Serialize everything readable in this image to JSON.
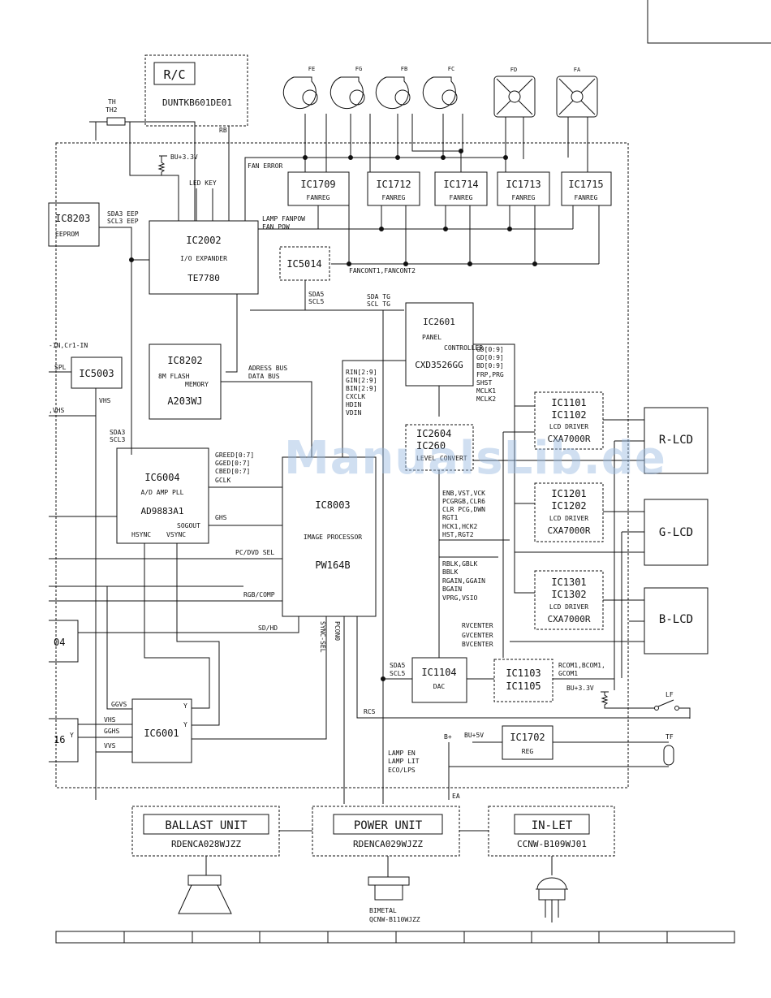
{
  "remote": {
    "label": "R/C",
    "part": "DUNTKB601DE01"
  },
  "fans": {
    "fe": "FE",
    "fg": "FG",
    "fb": "FB",
    "fc": "FC",
    "fd": "FD",
    "fa": "FA"
  },
  "ics": {
    "ic1709": "IC1709",
    "ic1712": "IC1712",
    "ic1714": "IC1714",
    "ic1713": "IC1713",
    "ic1715": "IC1715",
    "fanreg": "FANREG",
    "ic8203": "IC8203",
    "eeprom": "EEPROM",
    "ic2002": "IC2002",
    "io_expander": "I/O EXPANDER",
    "te7780": "TE7780",
    "ic5014": "IC5014",
    "ic2601": "IC2601",
    "panel": "PANEL",
    "controller": "CONTROLLER",
    "cxd3526gg": "CXD3526GG",
    "ic8202": "IC8202",
    "flash": "8M FLASH",
    "memory": "MEMORY",
    "a203wj": "A203WJ",
    "ic5003": "IC5003",
    "ic2604": "IC2604",
    "ic260": "IC260",
    "level_convert": "LEVEL CONVERT",
    "ic6004": "IC6004",
    "ad_amp_pll": "A/D AMP PLL",
    "ad9883a1": "AD9883A1",
    "sogout": "SOGOUT",
    "hsync": "HSYNC",
    "vsync": "VSYNC",
    "ic8003": "IC8003",
    "image_processor": "IMAGE PROCESSOR",
    "pw164b": "PW164B",
    "ic1101": "IC1101",
    "ic1102": "IC1102",
    "ic1201": "IC1201",
    "ic1202": "IC1202",
    "ic1301": "IC1301",
    "ic1302": "IC1302",
    "lcd_driver": "LCD DRIVER",
    "cxa7000r": "CXA7000R",
    "ic1104": "IC1104",
    "dac": "DAC",
    "ic1103": "IC1103",
    "ic1105": "IC1105",
    "ic1702": "IC1702",
    "reg": "REG",
    "ic6001": "IC6001",
    "left04": "04",
    "left16": "16"
  },
  "lcds": {
    "r": "R-LCD",
    "g": "G-LCD",
    "b": "B-LCD"
  },
  "units": {
    "ballast": "BALLAST UNIT",
    "ballast_part": "RDENCA028WJZZ",
    "power": "POWER UNIT",
    "power_part": "RDENCA029WJZZ",
    "inlet": "IN-LET",
    "inlet_part": "CCNW-B109WJ01",
    "bimetal": "BIMETAL",
    "bimetal_part": "QCNW-B110WJZZ"
  },
  "signals": {
    "th": "TH",
    "th2": "TH2",
    "bu33": "BU+3.3V",
    "rb": "RB",
    "fan_error": "FAN ERROR",
    "led_key": "LED KEY",
    "sda3_eep": "SDA3 EEP",
    "scl3_eep": "SCL3 EEP",
    "lamp_fanpow": "LAMP FANPOW",
    "fan_pow": "FAN POW",
    "fancont": "FANCONT1,FANCONT2",
    "sda5": "SDA5",
    "scl5": "SCL5",
    "sda_tg": "SDA TG",
    "scl_tg": "SCL TG",
    "in_cr1": "-IN,Cr1-IN",
    "spl": "SPL",
    "vhs_left": ",VHS",
    "vhs": "VHS",
    "adress_bus": "ADRESS BUS",
    "data_bus": "DATA BUS",
    "rin": "RIN[2:9]",
    "gin": "GIN[2:9]",
    "bin": "BIN[2:9]",
    "cxclk": "CXCLK",
    "hdin": "HDIN",
    "vdin": "VDIN",
    "gd0": "GD[0:9]",
    "gd0b": "GD[0:9]",
    "bd0": "BD[0:9]",
    "frp_prg": "FRP,PRG",
    "shst": "SHST",
    "mclk1": "MCLK1",
    "mclk2": "MCLK2",
    "sda3": "SDA3",
    "scl3": "SCL3",
    "gred": "GREED[0:7]",
    "gged": "GGED[0:7]",
    "cbed": "CBED[0:7]",
    "gclk": "GCLK",
    "ghs": "GHS",
    "pc_dvd_sel": "PC/DVD SEL",
    "rgb_comp": "RGB/COMP",
    "sd_hd": "SD/HD",
    "sync_sel": "SYNC-SEL",
    "pcon0": "PCON0",
    "enb_vst": "ENB,VST,VCK",
    "pcgrgb": "PCGRGB,CLR6",
    "clr_pcg": "CLR PCG,DWN",
    "rgt1": "RGT1",
    "hck1": "HCK1,HCK2",
    "hst_rgt2": "HST,RGT2",
    "rblk": "RBLK,GBLK",
    "bblk": "BBLK",
    "rgain": "RGAIN,GGAIN",
    "bgain": "BGAIN",
    "vprg": "VPRG,VSIO",
    "rvcenter": "RVCENTER",
    "gvcenter": "GVCENTER",
    "bvcenter": "BVCENTER",
    "rcom": "RCOM1,BCOM1,",
    "gcom": "GCOM1",
    "ggvs": "GGVS",
    "vhs2": "VHS",
    "gghs": "GGHS",
    "vvs": "VVS",
    "y1": "Y",
    "y2": "Y",
    "y3": "Y",
    "rcs": "RCS",
    "lf": "LF",
    "tf": "TF",
    "bplus": "B+",
    "bu5v": "BU+5V",
    "lamp_en": "LAMP EN",
    "lamp_lit": "LAMP LIT",
    "eco_lps": "ECO/LPS",
    "ea": "EA"
  },
  "watermark": "ManualsLib.de"
}
